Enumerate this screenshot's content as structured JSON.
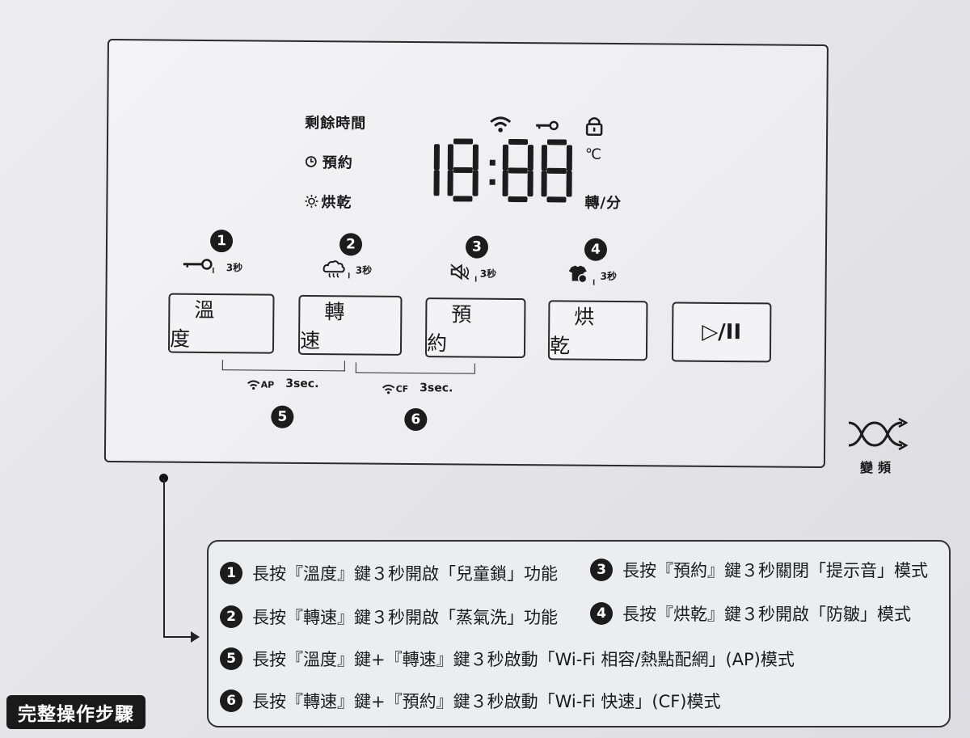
{
  "display": {
    "remaining_time_label": "剩餘時間",
    "reserve_label": "預約",
    "dry_label": "烘乾",
    "digits": "18:88",
    "temp_unit": "℃",
    "speed_unit": "轉/分"
  },
  "buttons": [
    {
      "number": "1",
      "hint": "3秒",
      "label": "溫度"
    },
    {
      "number": "2",
      "hint": "3秒",
      "label": "轉速"
    },
    {
      "number": "3",
      "hint": "3秒",
      "label": "預約"
    },
    {
      "number": "4",
      "hint": "3秒",
      "label": "烘乾"
    },
    {
      "label": "▷/II"
    }
  ],
  "wifi_combos": [
    {
      "mode": "AP",
      "duration": "3sec.",
      "number": "5"
    },
    {
      "mode": "CF",
      "duration": "3sec.",
      "number": "6"
    }
  ],
  "brand": {
    "text": "變頻"
  },
  "instructions": [
    {
      "number": "1",
      "text": "長按『溫度』鍵３秒開啟「兒童鎖」功能"
    },
    {
      "number": "3",
      "text": "長按『預約』鍵３秒關閉「提示音」模式"
    },
    {
      "number": "2",
      "text": "長按『轉速』鍵３秒開啟「蒸氣洗」功能"
    },
    {
      "number": "4",
      "text": "長按『烘乾』鍵３秒開啟「防皺」模式"
    },
    {
      "number": "5",
      "text": "長按『溫度』鍵+『轉速』鍵３秒啟動「Wi-Fi 相容/熱點配網」(AP)模式"
    },
    {
      "number": "6",
      "text": "長按『轉速』鍵+『預約』鍵３秒啟動「Wi-Fi 快速」(CF)模式"
    }
  ],
  "footer": {
    "title": "完整操作步驟"
  },
  "colors": {
    "ink": "#1c1c1c",
    "paper": "#eeeef2"
  }
}
